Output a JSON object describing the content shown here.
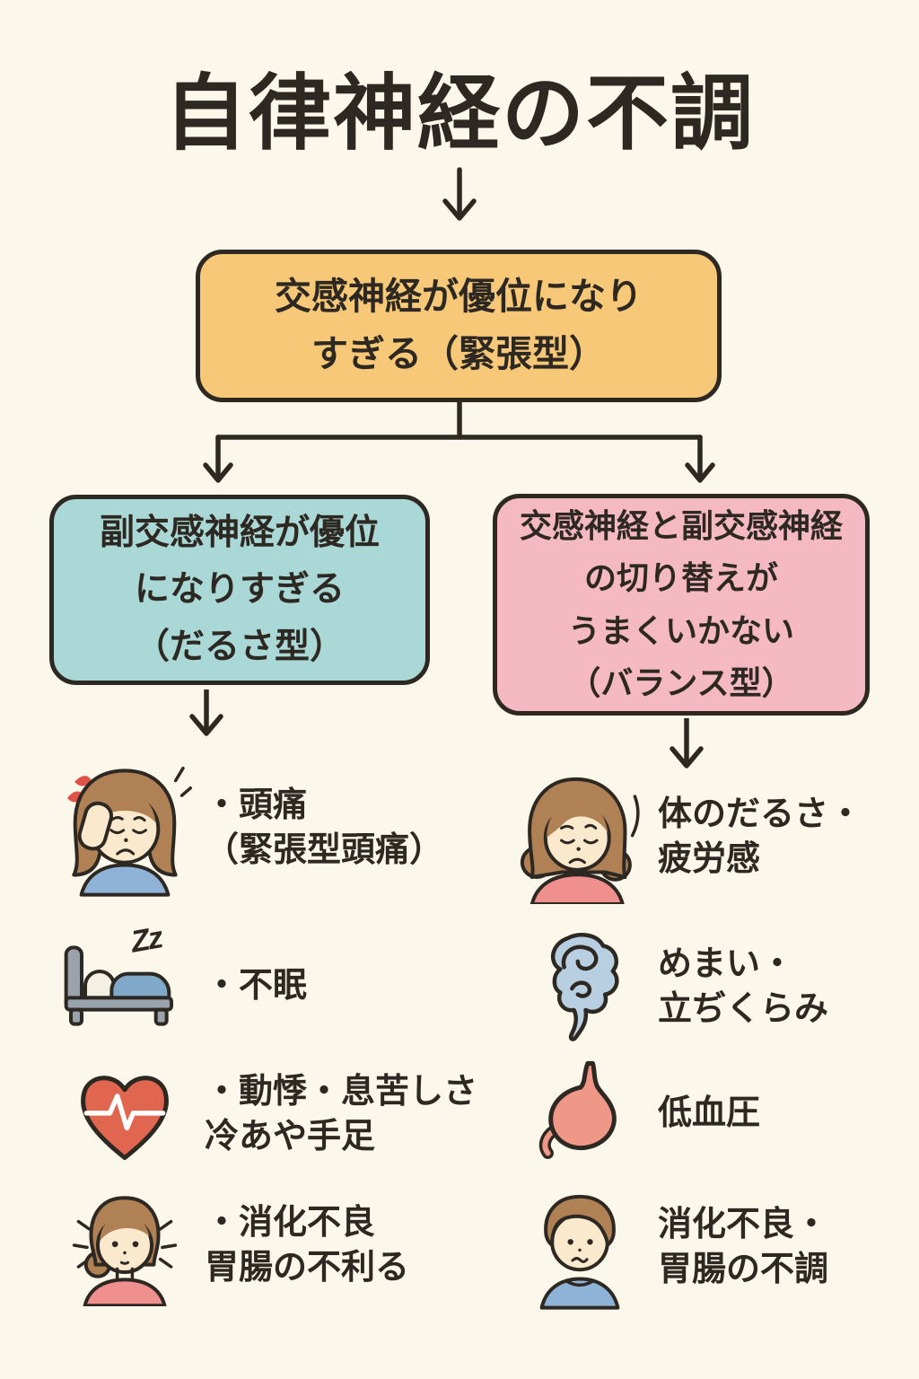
{
  "title": "自律神経の不調",
  "flow": {
    "root_box": {
      "line1": "交感神経が優位になり",
      "line2": "すぎる（緊張型）"
    },
    "left_box": {
      "line1": "副交感神経が優位",
      "line2": "になりすぎる",
      "line3": "（だるさ型）"
    },
    "right_box": {
      "line1": "交感神経と副交感神経",
      "line2": "の切り替えが",
      "line3": "うまくいかない",
      "line4": "（バランス型）"
    }
  },
  "left_symptoms": [
    {
      "icon": "headache-woman-icon",
      "line1": "・頭痛",
      "line2": "（緊張型頭痛）"
    },
    {
      "icon": "sleeping-bed-icon",
      "zz": "Zz",
      "line1": "・不眠",
      "line2": ""
    },
    {
      "icon": "heartbeat-heart-icon",
      "line1": "・動悸・息苦しさ",
      "line2": "冷あや手足"
    },
    {
      "icon": "anxious-woman-icon",
      "line1": "・消化不良",
      "line2": "胃腸の不利る"
    }
  ],
  "right_symptoms": [
    {
      "icon": "tired-woman-icon",
      "line1": "体のだるさ・",
      "line2": "疲労感"
    },
    {
      "icon": "dizzy-swirl-icon",
      "line1": "めまい・",
      "line2": "立ぢくらみ"
    },
    {
      "icon": "stomach-icon",
      "line1": "低血圧",
      "line2": ""
    },
    {
      "icon": "worried-person-icon",
      "line1": "消化不良・",
      "line2": "胃腸の不調"
    }
  ],
  "colors": {
    "background": "#FBF7EA",
    "ink": "#2E2822",
    "root_box": "#F6C877",
    "left_box": "#A9D8D6",
    "right_box": "#F5B9C3",
    "heart_red": "#E0664F",
    "stomach_salmon": "#F09888",
    "dizzy_blue": "#B7CFE0",
    "hair_brown": "#AF8155",
    "skin": "#FBE9CE",
    "shirt_blue": "#8FB3D6",
    "shirt_pink": "#F0908E",
    "stress_red": "#E05247"
  }
}
